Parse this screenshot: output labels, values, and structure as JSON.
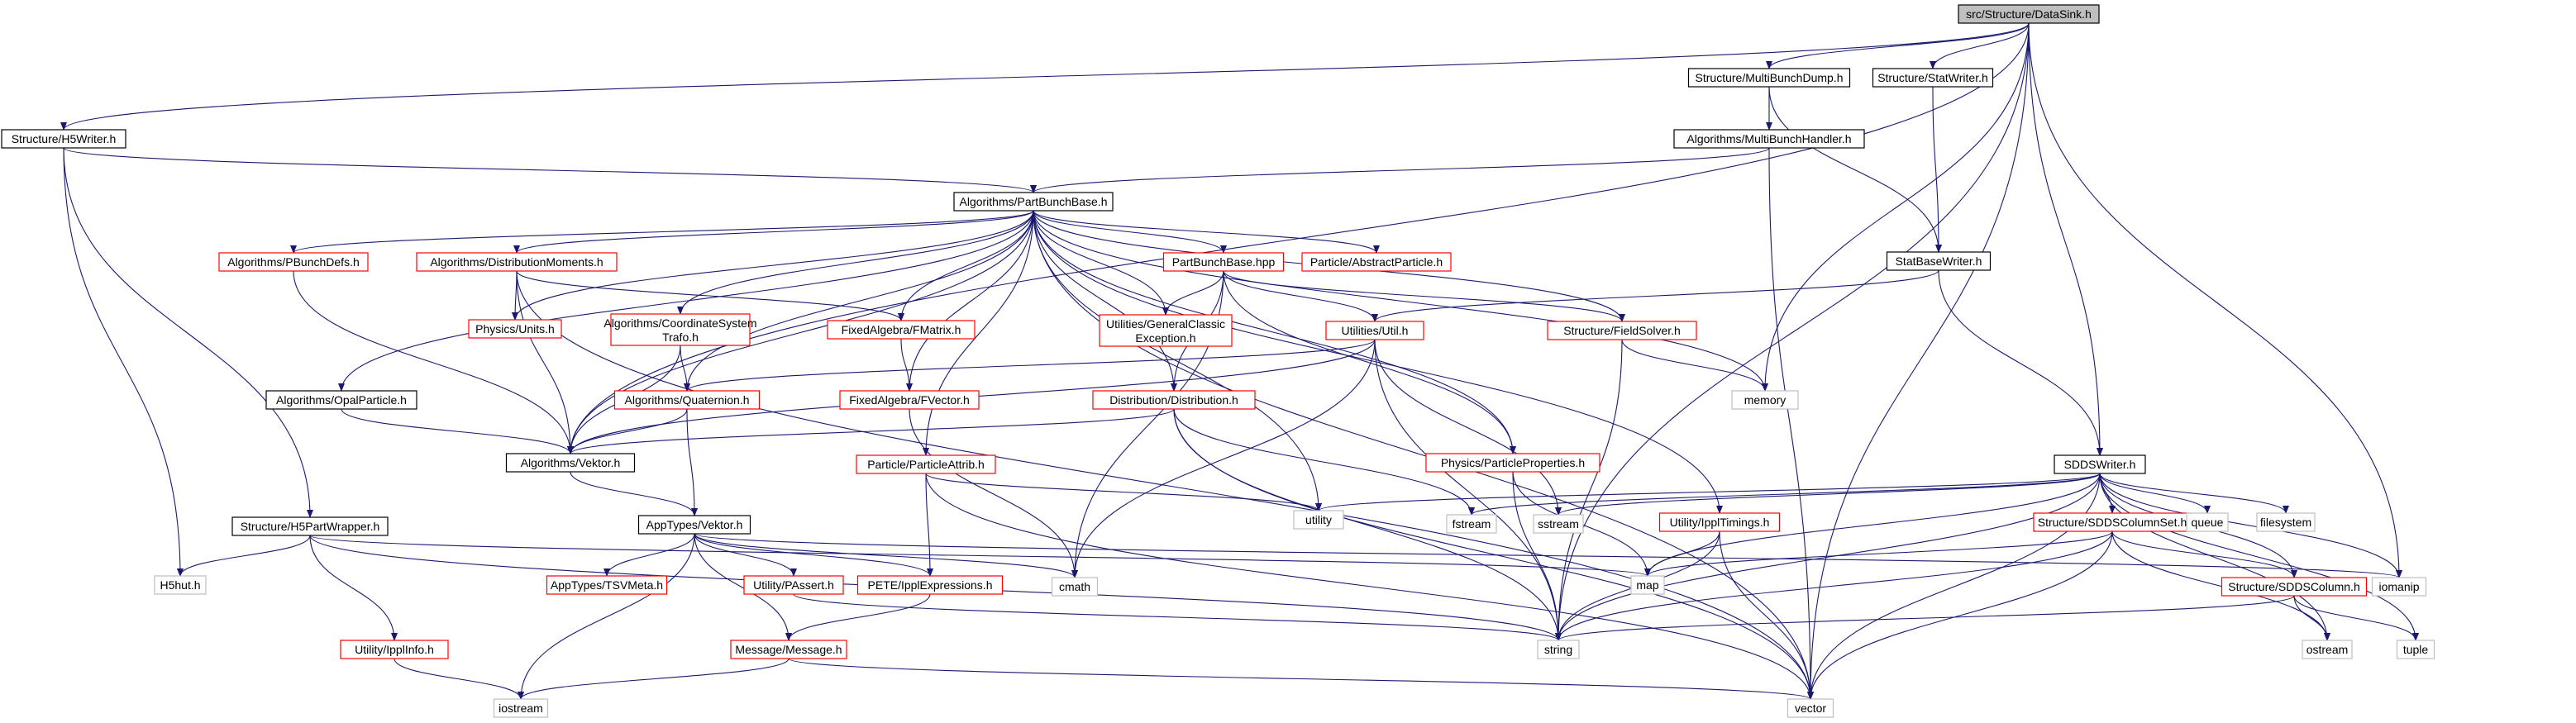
{
  "title": "src/Structure/DataSink.h",
  "colors": {
    "node_fill": "#ffffff",
    "node_border_black": "#000000",
    "node_border_red": "#ff0000",
    "node_border_gray": "#bfbfbf",
    "root_fill": "#bfbfbf",
    "edge": "#191970"
  },
  "nodes": [
    {
      "id": "datasink",
      "label": "src/Structure/DataSink.h",
      "style": "root"
    },
    {
      "id": "h5writer",
      "label": "Structure/H5Writer.h",
      "style": "black"
    },
    {
      "id": "multibunchdump",
      "label": "Structure/MultiBunchDump.h",
      "style": "black"
    },
    {
      "id": "statwriter",
      "label": "Structure/StatWriter.h",
      "style": "black"
    },
    {
      "id": "multibunchhandler",
      "label": "Algorithms/MultiBunchHandler.h",
      "style": "black"
    },
    {
      "id": "partbunchbase",
      "label": "Algorithms/PartBunchBase.h",
      "style": "black"
    },
    {
      "id": "statbasewriter",
      "label": "StatBaseWriter.h",
      "style": "black"
    },
    {
      "id": "pbunchdefs",
      "label": "Algorithms/PBunchDefs.h",
      "style": "red"
    },
    {
      "id": "distmoments",
      "label": "Algorithms/DistributionMoments.h",
      "style": "red"
    },
    {
      "id": "partbunchbasehpp",
      "label": "PartBunchBase.hpp",
      "style": "red"
    },
    {
      "id": "abstractparticle",
      "label": "Particle/AbstractParticle.h",
      "style": "red"
    },
    {
      "id": "physunits",
      "label": "Physics/Units.h",
      "style": "red"
    },
    {
      "id": "coordtrafo",
      "label": "Algorithms/CoordinateSystem|Trafo.h",
      "style": "red"
    },
    {
      "id": "fmatrix",
      "label": "FixedAlgebra/FMatrix.h",
      "style": "red"
    },
    {
      "id": "generalexc",
      "label": "Utilities/GeneralClassic|Exception.h",
      "style": "red"
    },
    {
      "id": "utilutil",
      "label": "Utilities/Util.h",
      "style": "red"
    },
    {
      "id": "fieldsolver",
      "label": "Structure/FieldSolver.h",
      "style": "red"
    },
    {
      "id": "opalparticle",
      "label": "Algorithms/OpalParticle.h",
      "style": "black"
    },
    {
      "id": "quaternion",
      "label": "Algorithms/Quaternion.h",
      "style": "red"
    },
    {
      "id": "fvector",
      "label": "FixedAlgebra/FVector.h",
      "style": "red"
    },
    {
      "id": "distribution",
      "label": "Distribution/Distribution.h",
      "style": "red"
    },
    {
      "id": "memory",
      "label": "memory",
      "style": "gray"
    },
    {
      "id": "sddswriter",
      "label": "SDDSWriter.h",
      "style": "black"
    },
    {
      "id": "vektor",
      "label": "Algorithms/Vektor.h",
      "style": "black"
    },
    {
      "id": "particleattrib",
      "label": "Particle/ParticleAttrib.h",
      "style": "red"
    },
    {
      "id": "particleprops",
      "label": "Physics/ParticleProperties.h",
      "style": "red"
    },
    {
      "id": "h5partwrapper",
      "label": "Structure/H5PartWrapper.h",
      "style": "black"
    },
    {
      "id": "apptypesvektor",
      "label": "AppTypes/Vektor.h",
      "style": "black"
    },
    {
      "id": "utility",
      "label": "utility",
      "style": "gray"
    },
    {
      "id": "fstream",
      "label": "fstream",
      "style": "gray"
    },
    {
      "id": "sstream",
      "label": "sstream",
      "style": "gray"
    },
    {
      "id": "ippltimings",
      "label": "Utility/IpplTimings.h",
      "style": "red"
    },
    {
      "id": "sddscolumnset",
      "label": "Structure/SDDSColumnSet.h",
      "style": "red"
    },
    {
      "id": "queue",
      "label": "queue",
      "style": "gray"
    },
    {
      "id": "filesystem",
      "label": "filesystem",
      "style": "gray"
    },
    {
      "id": "h5hut",
      "label": "H5hut.h",
      "style": "gray"
    },
    {
      "id": "tsvmeta",
      "label": "AppTypes/TSVMeta.h",
      "style": "red"
    },
    {
      "id": "passert",
      "label": "Utility/PAssert.h",
      "style": "red"
    },
    {
      "id": "ipplexpr",
      "label": "PETE/IpplExpressions.h",
      "style": "red"
    },
    {
      "id": "cmath",
      "label": "cmath",
      "style": "gray"
    },
    {
      "id": "map",
      "label": "map",
      "style": "gray"
    },
    {
      "id": "iomanip",
      "label": "iomanip",
      "style": "gray"
    },
    {
      "id": "sddscolumn",
      "label": "Structure/SDDSColumn.h",
      "style": "red"
    },
    {
      "id": "ipplinfo",
      "label": "Utility/IpplInfo.h",
      "style": "red"
    },
    {
      "id": "message",
      "label": "Message/Message.h",
      "style": "red"
    },
    {
      "id": "string",
      "label": "string",
      "style": "gray"
    },
    {
      "id": "ostream",
      "label": "ostream",
      "style": "gray"
    },
    {
      "id": "tuple",
      "label": "tuple",
      "style": "gray"
    },
    {
      "id": "iostream",
      "label": "iostream",
      "style": "gray"
    },
    {
      "id": "vector",
      "label": "vector",
      "style": "gray"
    }
  ],
  "edges": [
    [
      "datasink",
      "h5writer"
    ],
    [
      "datasink",
      "multibunchdump"
    ],
    [
      "datasink",
      "statwriter"
    ],
    [
      "datasink",
      "vektor"
    ],
    [
      "datasink",
      "memory"
    ],
    [
      "datasink",
      "sddswriter"
    ],
    [
      "datasink",
      "string"
    ],
    [
      "datasink",
      "iomanip"
    ],
    [
      "datasink",
      "vector"
    ],
    [
      "multibunchdump",
      "multibunchhandler"
    ],
    [
      "multibunchdump",
      "statbasewriter"
    ],
    [
      "statwriter",
      "statbasewriter"
    ],
    [
      "multibunchhandler",
      "partbunchbase"
    ],
    [
      "multibunchhandler",
      "vector"
    ],
    [
      "h5writer",
      "partbunchbase"
    ],
    [
      "h5writer",
      "h5partwrapper"
    ],
    [
      "h5writer",
      "h5hut"
    ],
    [
      "statbasewriter",
      "utilutil"
    ],
    [
      "statbasewriter",
      "sddswriter"
    ],
    [
      "partbunchbase",
      "pbunchdefs"
    ],
    [
      "partbunchbase",
      "distmoments"
    ],
    [
      "partbunchbase",
      "partbunchbasehpp"
    ],
    [
      "partbunchbase",
      "abstractparticle"
    ],
    [
      "partbunchbase",
      "physunits"
    ],
    [
      "partbunchbase",
      "coordtrafo"
    ],
    [
      "partbunchbase",
      "fmatrix"
    ],
    [
      "partbunchbase",
      "generalexc"
    ],
    [
      "partbunchbase",
      "fieldsolver"
    ],
    [
      "partbunchbase",
      "opalparticle"
    ],
    [
      "partbunchbase",
      "quaternion"
    ],
    [
      "partbunchbase",
      "fvector"
    ],
    [
      "partbunchbase",
      "distribution"
    ],
    [
      "partbunchbase",
      "memory"
    ],
    [
      "partbunchbase",
      "vektor"
    ],
    [
      "partbunchbase",
      "particleattrib"
    ],
    [
      "partbunchbase",
      "particleprops"
    ],
    [
      "partbunchbase",
      "utility"
    ],
    [
      "partbunchbase",
      "ippltimings"
    ],
    [
      "partbunchbase",
      "vector"
    ],
    [
      "pbunchdefs",
      "vektor"
    ],
    [
      "distmoments",
      "physunits"
    ],
    [
      "distmoments",
      "fmatrix"
    ],
    [
      "distmoments",
      "vektor"
    ],
    [
      "distmoments",
      "vector"
    ],
    [
      "partbunchbasehpp",
      "generalexc"
    ],
    [
      "partbunchbasehpp",
      "utilutil"
    ],
    [
      "partbunchbasehpp",
      "fieldsolver"
    ],
    [
      "partbunchbasehpp",
      "distribution"
    ],
    [
      "partbunchbasehpp",
      "particleprops"
    ],
    [
      "partbunchbasehpp",
      "cmath"
    ],
    [
      "coordtrafo",
      "quaternion"
    ],
    [
      "coordtrafo",
      "vektor"
    ],
    [
      "fmatrix",
      "fvector"
    ],
    [
      "utilutil",
      "quaternion"
    ],
    [
      "utilutil",
      "vektor"
    ],
    [
      "utilutil",
      "sstream"
    ],
    [
      "utilutil",
      "cmath"
    ],
    [
      "utilutil",
      "string"
    ],
    [
      "fieldsolver",
      "memory"
    ],
    [
      "fieldsolver",
      "string"
    ],
    [
      "opalparticle",
      "vektor"
    ],
    [
      "quaternion",
      "vektor"
    ],
    [
      "quaternion",
      "apptypesvektor"
    ],
    [
      "fvector",
      "cmath"
    ],
    [
      "distribution",
      "vektor"
    ],
    [
      "distribution",
      "fstream"
    ],
    [
      "distribution",
      "string"
    ],
    [
      "distribution",
      "vector"
    ],
    [
      "vektor",
      "apptypesvektor"
    ],
    [
      "particleattrib",
      "utility"
    ],
    [
      "particleattrib",
      "ipplexpr"
    ],
    [
      "particleattrib",
      "vector"
    ],
    [
      "particleprops",
      "map"
    ],
    [
      "particleprops",
      "string"
    ],
    [
      "h5partwrapper",
      "h5hut"
    ],
    [
      "h5partwrapper",
      "map"
    ],
    [
      "h5partwrapper",
      "ipplinfo"
    ],
    [
      "h5partwrapper",
      "string"
    ],
    [
      "apptypesvektor",
      "tsvmeta"
    ],
    [
      "apptypesvektor",
      "passert"
    ],
    [
      "apptypesvektor",
      "ipplexpr"
    ],
    [
      "apptypesvektor",
      "cmath"
    ],
    [
      "apptypesvektor",
      "iomanip"
    ],
    [
      "apptypesvektor",
      "iostream"
    ],
    [
      "apptypesvektor",
      "message"
    ],
    [
      "passert",
      "string"
    ],
    [
      "ipplexpr",
      "message"
    ],
    [
      "ippltimings",
      "map"
    ],
    [
      "ippltimings",
      "string"
    ],
    [
      "ippltimings",
      "vector"
    ],
    [
      "sddswriter",
      "utility"
    ],
    [
      "sddswriter",
      "fstream"
    ],
    [
      "sddswriter",
      "sstream"
    ],
    [
      "sddswriter",
      "map"
    ],
    [
      "sddswriter",
      "sddscolumnset"
    ],
    [
      "sddswriter",
      "queue"
    ],
    [
      "sddswriter",
      "filesystem"
    ],
    [
      "sddswriter",
      "iomanip"
    ],
    [
      "sddswriter",
      "sddscolumn"
    ],
    [
      "sddswriter",
      "string"
    ],
    [
      "sddswriter",
      "ostream"
    ],
    [
      "sddswriter",
      "tuple"
    ],
    [
      "sddswriter",
      "vector"
    ],
    [
      "sddscolumnset",
      "map"
    ],
    [
      "sddscolumnset",
      "sddscolumn"
    ],
    [
      "sddscolumnset",
      "string"
    ],
    [
      "sddscolumnset",
      "ostream"
    ],
    [
      "sddscolumnset",
      "vector"
    ],
    [
      "sddscolumn",
      "string"
    ],
    [
      "sddscolumn",
      "ostream"
    ],
    [
      "sddscolumn",
      "tuple"
    ],
    [
      "ipplinfo",
      "iostream"
    ],
    [
      "message",
      "iostream"
    ],
    [
      "message",
      "vector"
    ]
  ]
}
